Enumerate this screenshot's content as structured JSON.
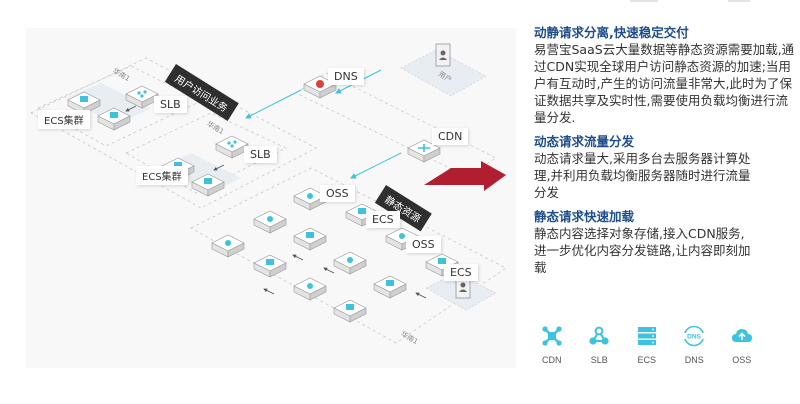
{
  "diagram": {
    "tags": {
      "user_access": "用户访问业务",
      "static_resources": "静态资源"
    },
    "region_label": "华南1",
    "nodes": {
      "slb_1": "SLB",
      "slb_2": "SLB",
      "ecs_cluster_1": "ECS集群",
      "ecs_cluster_2": "ECS集群",
      "dns": "DNS",
      "cdn": "CDN",
      "user": "用户",
      "oss_1": "OSS",
      "ecs_1": "ECS",
      "oss_2": "OSS",
      "ecs_2": "ECS"
    },
    "colors": {
      "accent": "#3cc3dd",
      "arrow": "#b01e2f",
      "dns": "#e0403a",
      "tag_bg": "#2f2f2f"
    }
  },
  "sections": [
    {
      "title": "动静请求分离,快速稳定交付",
      "body": "易营宝SaaS云大量数据等静态资源需要加载,通过CDN实现全球用户访问静态资源的加速;当用户有互动时,产生的访问流量非常大,此时为了保证数据共享及实时性,需要使用负载均衡进行流量分发."
    },
    {
      "title": "动态请求流量分发",
      "body": "动态请求量大,采用多台去服务器计算处理,并利用负载均衡服务器随时进行流量分发"
    },
    {
      "title": "静态请求快速加载",
      "body": "静态内容选择对象存储,接入CDN服务,进一步优化内容分发链路,让内容即刻加载"
    }
  ],
  "legend": [
    {
      "icon": "cdn-icon",
      "label": "CDN"
    },
    {
      "icon": "slb-icon",
      "label": "SLB"
    },
    {
      "icon": "ecs-icon",
      "label": "ECS"
    },
    {
      "icon": "dns-icon",
      "label": "DNS"
    },
    {
      "icon": "oss-icon",
      "label": "OSS"
    }
  ]
}
